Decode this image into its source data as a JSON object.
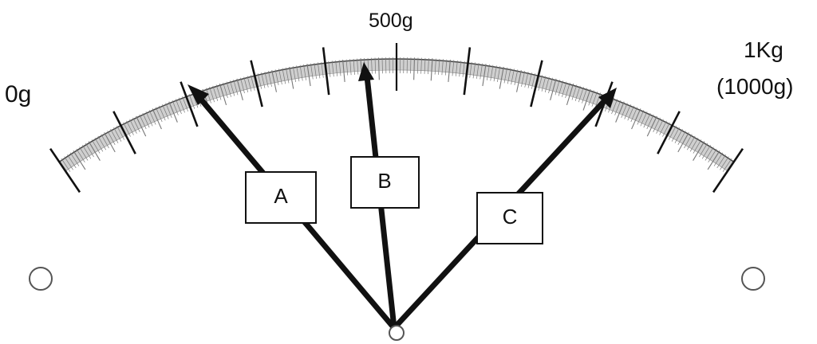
{
  "scale": {
    "label_min": "0g",
    "label_mid": "500g",
    "label_max_line1": "1Kg",
    "label_max_line2": "(1000g)"
  },
  "pointers": [
    {
      "label": "A"
    },
    {
      "label": "B"
    },
    {
      "label": "C"
    }
  ],
  "colors": {
    "ink": "#111111",
    "scale_fill": "#cfcfcf",
    "background": "#ffffff"
  }
}
